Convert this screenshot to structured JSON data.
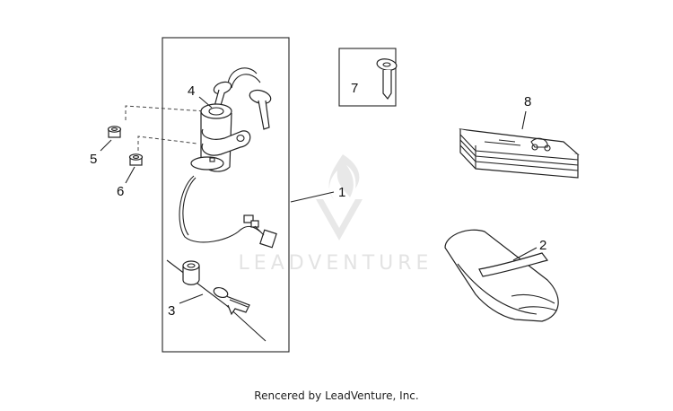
{
  "watermark": {
    "text": "LEADVENTURE",
    "color": "#e1e1e1"
  },
  "callouts": {
    "c1": "1",
    "c2": "2",
    "c3": "3",
    "c4": "4",
    "c5": "5",
    "c6": "6",
    "c7": "7",
    "c8": "8"
  },
  "footer": {
    "text": "Rencered by LeadVenture, Inc."
  }
}
